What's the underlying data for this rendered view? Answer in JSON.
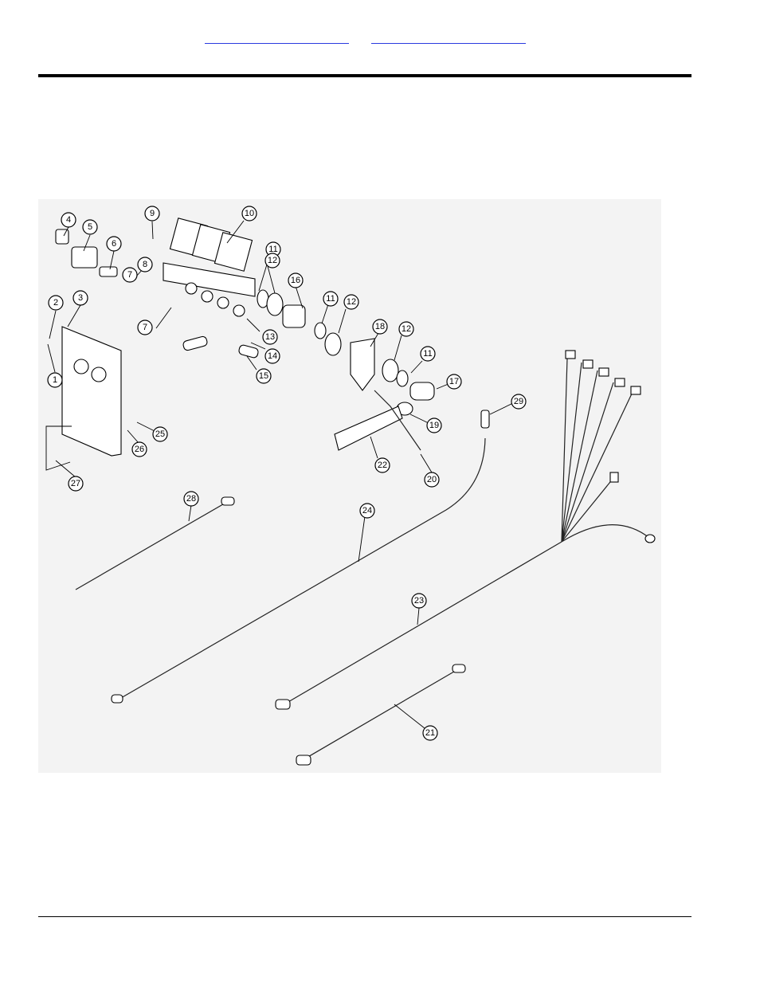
{
  "header": {
    "link_1": "",
    "link_2": ""
  },
  "callouts": [
    {
      "label": "1"
    },
    {
      "label": "2"
    },
    {
      "label": "3"
    },
    {
      "label": "4"
    },
    {
      "label": "5"
    },
    {
      "label": "6"
    },
    {
      "label": "7"
    },
    {
      "label": "7"
    },
    {
      "label": "8"
    },
    {
      "label": "9"
    },
    {
      "label": "10"
    },
    {
      "label": "11"
    },
    {
      "label": "11"
    },
    {
      "label": "11"
    },
    {
      "label": "12"
    },
    {
      "label": "12"
    },
    {
      "label": "12"
    },
    {
      "label": "13"
    },
    {
      "label": "14"
    },
    {
      "label": "15"
    },
    {
      "label": "16"
    },
    {
      "label": "17"
    },
    {
      "label": "18"
    },
    {
      "label": "19"
    },
    {
      "label": "20"
    },
    {
      "label": "21"
    },
    {
      "label": "22"
    },
    {
      "label": "23"
    },
    {
      "label": "24"
    },
    {
      "label": "25"
    },
    {
      "label": "26"
    },
    {
      "label": "27"
    },
    {
      "label": "28"
    },
    {
      "label": "29"
    }
  ],
  "colors": {
    "link": "#2a3adf",
    "figure_bg": "#f3f3f3",
    "ink": "#000000"
  }
}
